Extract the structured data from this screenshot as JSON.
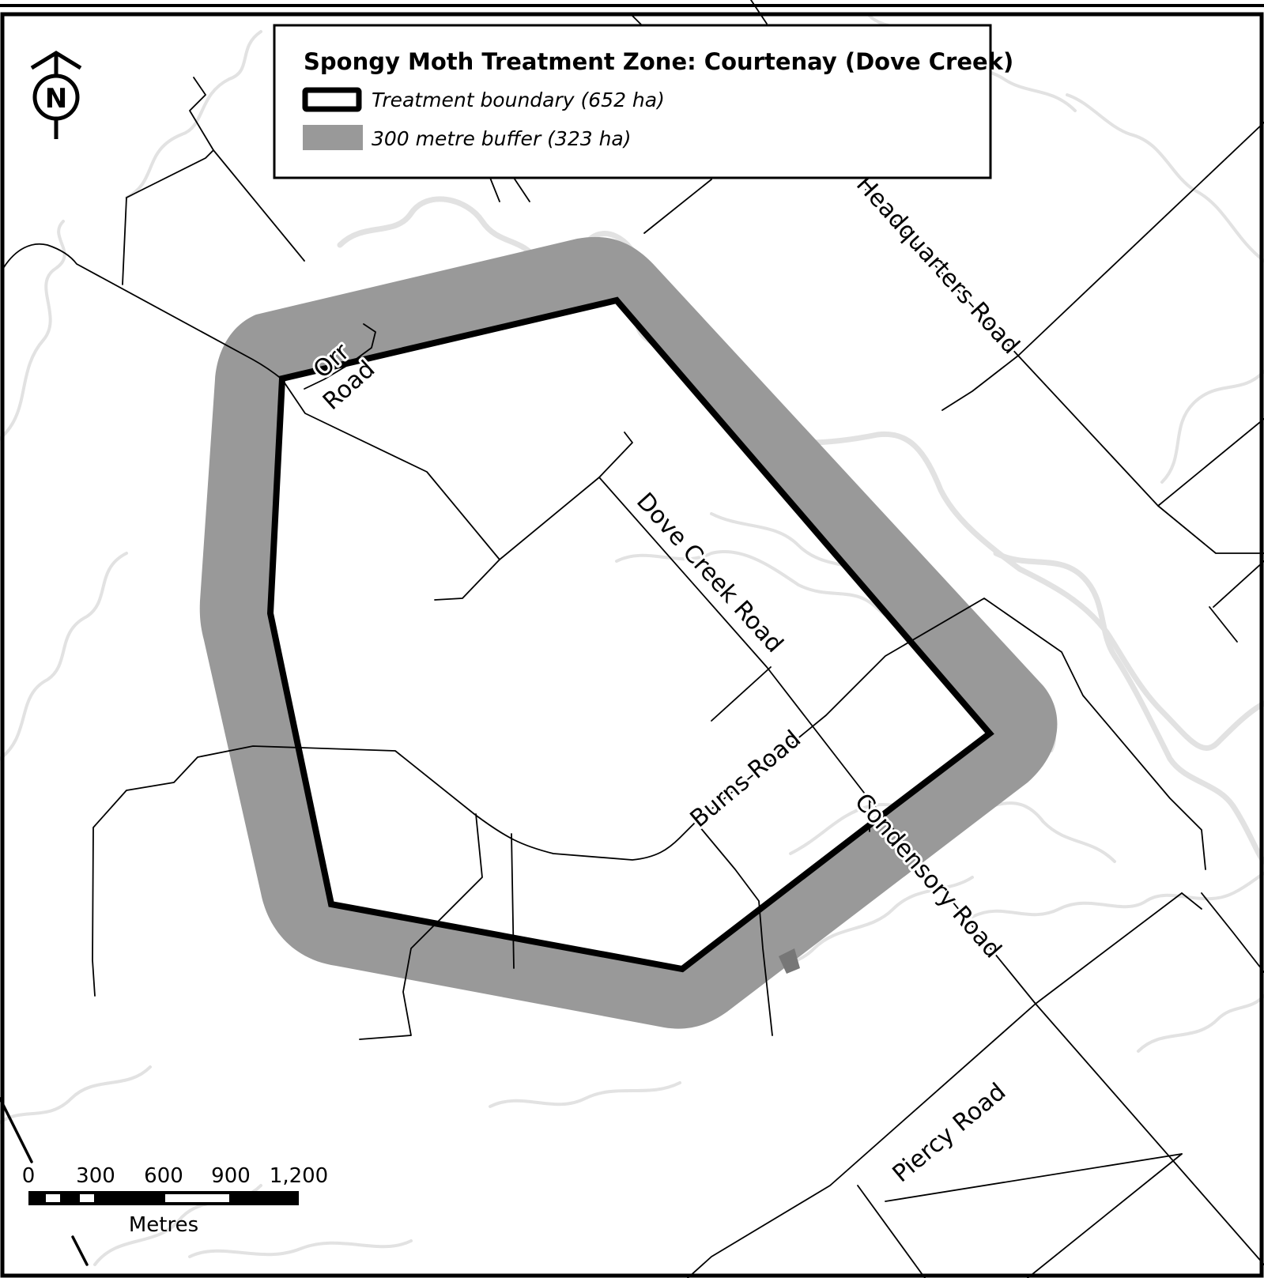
{
  "legend": {
    "title": "Spongy Moth Treatment Zone: Courtenay (Dove Creek)",
    "items": [
      {
        "label": "Treatment boundary (652 ha)",
        "symbol": "outline",
        "color": "#000000"
      },
      {
        "label": "300 metre buffer (323 ha)",
        "symbol": "fill",
        "color": "#999999"
      }
    ]
  },
  "north_arrow": {
    "letter": "N"
  },
  "roads": {
    "orr": "Orr",
    "orr_2": "Road",
    "dove_creek": "Dove Creek Road",
    "burns": "Burns Road",
    "condensory": "Condensory Road",
    "headquarters": "Headquarters Road",
    "piercy": "Piercy Road"
  },
  "scale_bar": {
    "ticks": [
      "0",
      "300",
      "600",
      "900",
      "1,200"
    ],
    "unit": "Metres"
  },
  "colors": {
    "buffer": "#999999",
    "boundary": "#000000",
    "creek": "#e0e0e0",
    "road": "#000000"
  }
}
